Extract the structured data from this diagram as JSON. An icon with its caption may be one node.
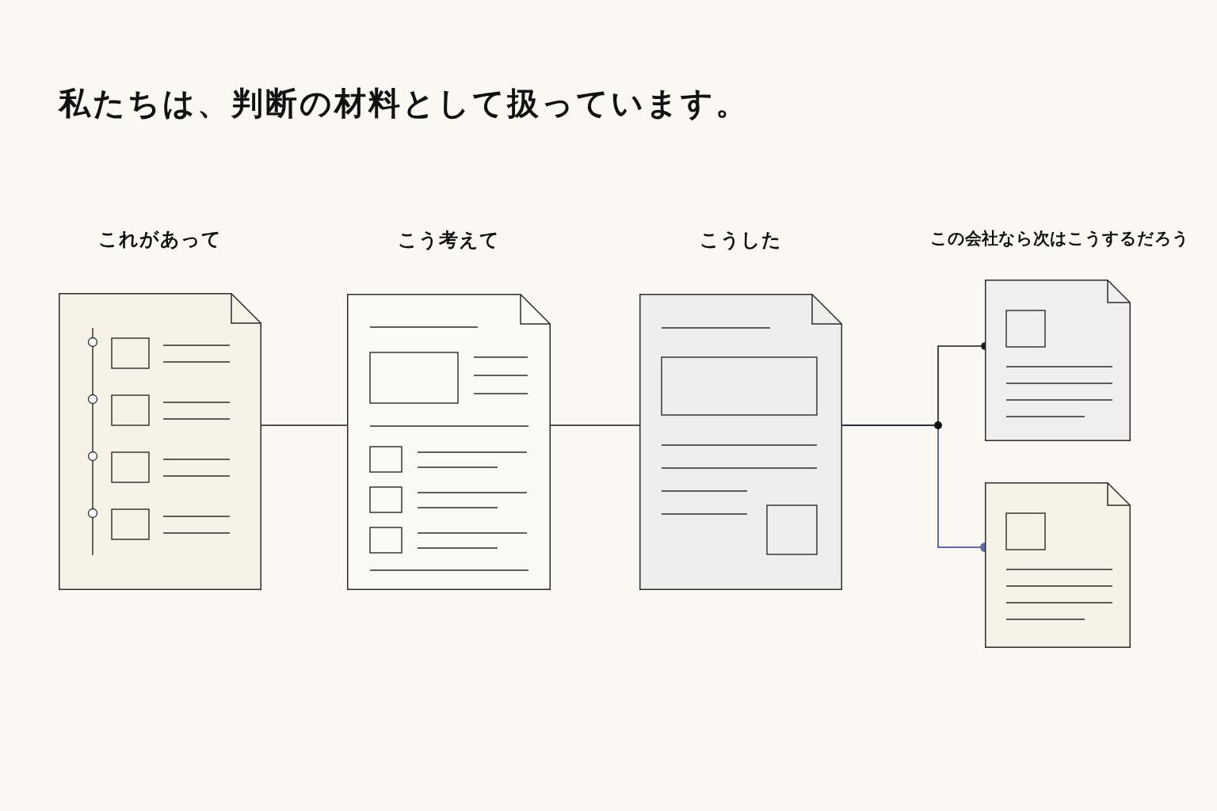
{
  "diagram": {
    "title": "私たちは、判断の材料として扱っています。",
    "nodes": [
      {
        "text": [
          "これがあって"
        ]
      },
      {
        "text": [
          "こう考えて"
        ]
      },
      {
        "text": [
          "こうした"
        ]
      },
      {
        "text": [],
        "shape": "document"
      },
      {
        "text": [],
        "shape": "document"
      }
    ],
    "edges": [
      {
        "from": 0,
        "to": 1,
        "arrow": "none"
      },
      {
        "from": 1,
        "to": 2,
        "arrow": "none"
      },
      {
        "from": 2,
        "to": 3,
        "arrow": "other"
      },
      {
        "from": 2,
        "to": 4,
        "arrow": "other",
        "color": "#6068a8"
      }
    ],
    "labels": [
      "この会社なら次はこうするだろう"
    ]
  }
}
